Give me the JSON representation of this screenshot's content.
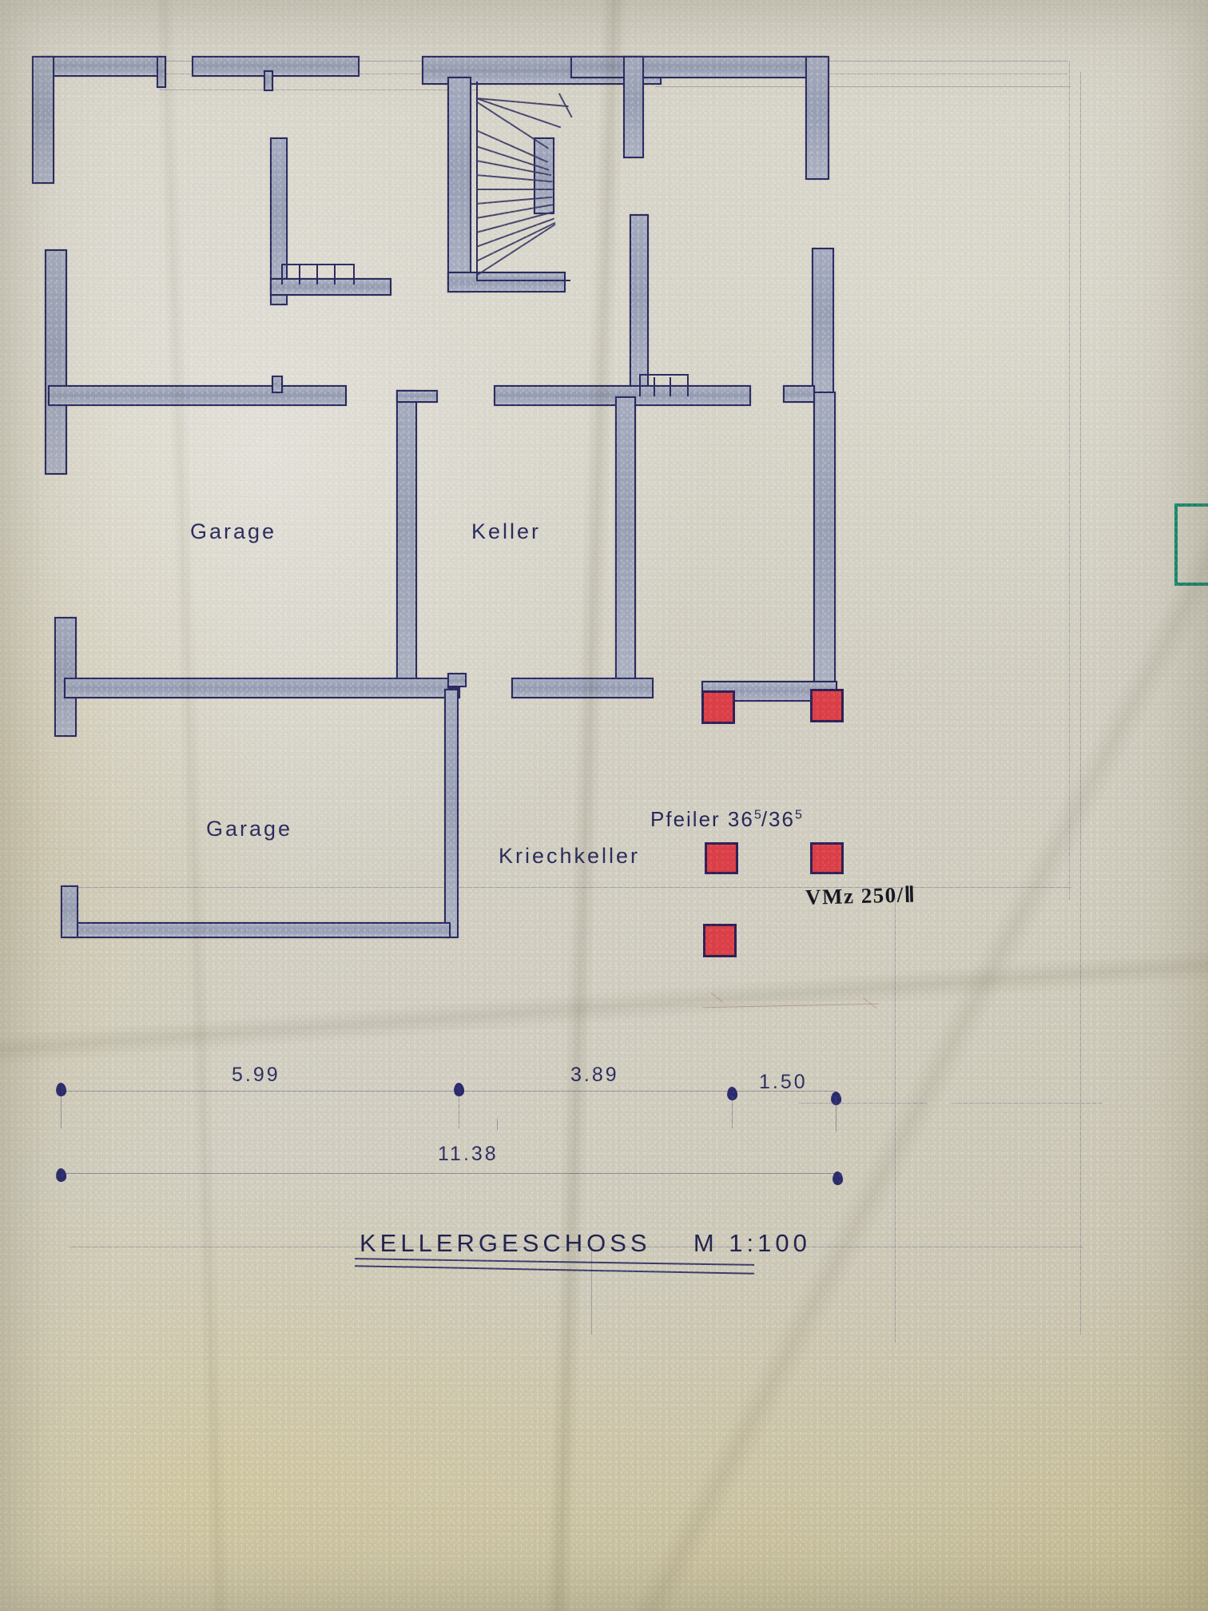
{
  "drawing": {
    "title": "KELLERGESCHOSS",
    "scale_label": "M  1:100",
    "sheet_kind": "architectural-floor-plan"
  },
  "rooms": [
    {
      "id": "garage-upper",
      "label": "Garage"
    },
    {
      "id": "keller",
      "label": "Keller"
    },
    {
      "id": "garage-lower",
      "label": "Garage"
    },
    {
      "id": "kriechkeller",
      "label": "Kriechkeller"
    }
  ],
  "annotations": {
    "pier_note_prefix": "Pfeiler 36",
    "pier_note_sup1": "5",
    "pier_note_mid": "/36",
    "pier_note_sup2": "5",
    "pier_note_full": "Pfeiler 36⁵/36⁵",
    "handwritten_material": "VMz 250/Ⅱ"
  },
  "dimensions": {
    "chain_upper": [
      {
        "value": "5.99"
      },
      {
        "value": "3.89"
      },
      {
        "value": "1.50"
      }
    ],
    "chain_total": [
      {
        "value": "11.38"
      }
    ]
  },
  "colors": {
    "wall_fill": "#9aa1b6",
    "ink": "#2b2b60",
    "pier_red": "#dc4048",
    "green_mark": "#16866e",
    "paper": "#d5d2c6"
  },
  "piers": [
    {
      "id": "pier-1",
      "row": "upper",
      "col": "left"
    },
    {
      "id": "pier-2",
      "row": "upper",
      "col": "right"
    },
    {
      "id": "pier-3",
      "row": "mid",
      "col": "left"
    },
    {
      "id": "pier-4",
      "row": "mid",
      "col": "right"
    },
    {
      "id": "pier-5",
      "row": "lower",
      "col": "left"
    }
  ],
  "features": [
    {
      "id": "winder-staircase",
      "name": "winder-staircase"
    },
    {
      "id": "chimney-flue",
      "name": "chimney-flue"
    },
    {
      "id": "flue-secondary",
      "name": "chimney-flue"
    },
    {
      "id": "green-edge-mark",
      "name": "green-bracket-mark"
    }
  ]
}
